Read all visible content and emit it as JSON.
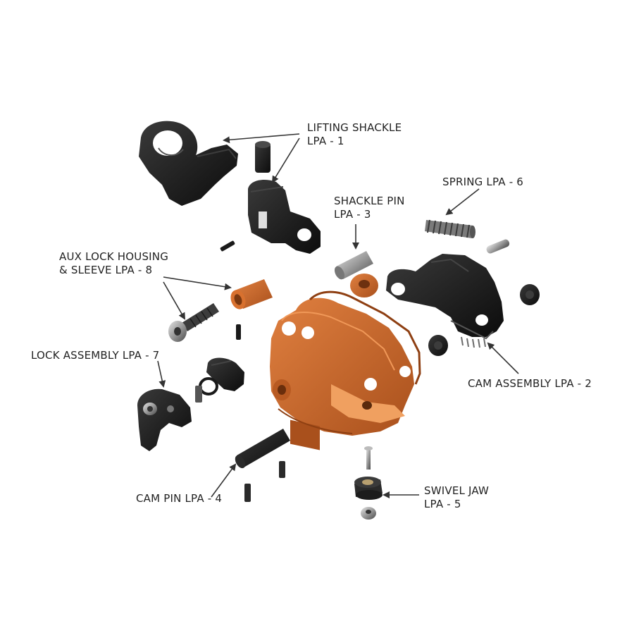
{
  "colors": {
    "black_part": "#141414",
    "black_shade": "#2e2e2e",
    "orange_part": "#c8632a",
    "orange_light": "#e07c3e",
    "orange_dark": "#8e3f12",
    "steel": "#9a9a9a",
    "text": "#222222",
    "arrow": "#333333"
  },
  "labels": {
    "lifting_shackle": {
      "line1": "LIFTING SHACKLE",
      "line2": "LPA - 1"
    },
    "spring": {
      "line1": "SPRING LPA - 6"
    },
    "shackle_pin": {
      "line1": "SHACKLE PIN",
      "line2": "LPA - 3"
    },
    "aux_lock": {
      "line1": "AUX LOCK HOUSING",
      "line2": "& SLEEVE LPA - 8"
    },
    "lock_assembly": {
      "line1": "LOCK ASSEMBLY LPA - 7"
    },
    "cam_assembly": {
      "line1": "CAM ASSEMBLY LPA - 2"
    },
    "cam_pin": {
      "line1": "CAM PIN LPA - 4"
    },
    "swivel_jaw": {
      "line1": "SWIVEL JAW",
      "line2": "LPA - 5"
    }
  }
}
